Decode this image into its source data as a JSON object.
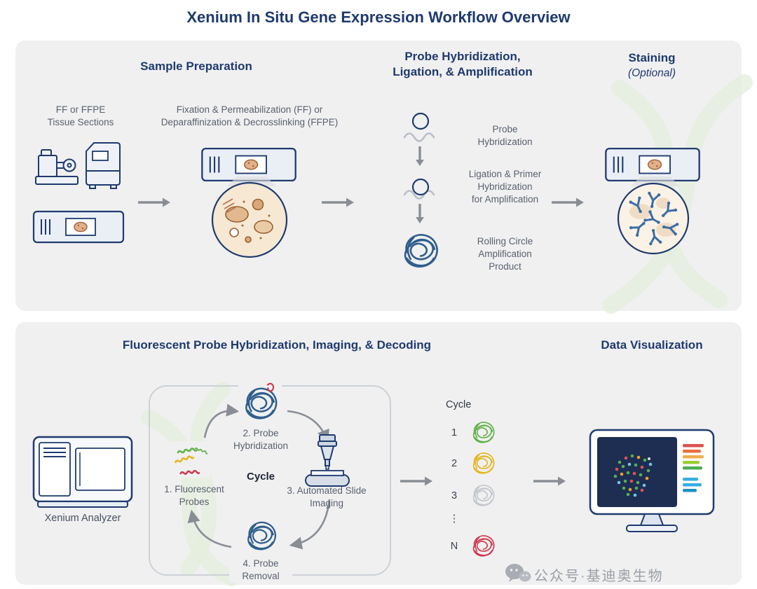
{
  "title": "Xenium In Situ Gene Expression Workflow Overview",
  "colors": {
    "navy": "#1f3a6e",
    "body": "#59616e",
    "arrow": "#898e95",
    "panel-bg": "#f0f0f1",
    "bracket": "#ccd1d7",
    "ball-blue": "#2f5e8c",
    "ball-green": "#62b14a",
    "ball-yellow": "#e4b622",
    "ball-gray": "#c3c7cd",
    "ball-red": "#cf3a4f",
    "tissue-brown": "#a5643c",
    "antibody-blue": "#3a6ea5",
    "screen-navy": "#1d2e52",
    "helix-green": "#e3efdd",
    "watermark-gray": "#9aa0a6"
  },
  "top_panel": {
    "header_sample_prep": "Sample Preparation",
    "header_probe": "Probe Hybridization,\nLigation, & Amplification",
    "header_staining": "Staining",
    "header_staining_note": "(Optional)",
    "label_tissue": "FF or FFPE\nTissue Sections",
    "label_fixation": "Fixation & Permeabilization (FF) or\nDeparaffinization & Decrosslinking (FFPE)",
    "label_probe_hyb": "Probe\nHybridization",
    "label_ligation": "Ligation & Primer\nHybridization\nfor Amplification",
    "label_rca": "Rolling Circle\nAmplification\nProduct"
  },
  "bottom_panel": {
    "header_fluorescent": "Fluorescent Probe Hybridization, Imaging, & Decoding",
    "header_datavis": "Data Visualization",
    "label_analyzer": "Xenium Analyzer",
    "cycle_center": "Cycle",
    "step1": "1. Fluorescent\nProbes",
    "step2": "2. Probe\nHybridization",
    "step3": "3. Automated Slide\nImaging",
    "step4": "4. Probe\nRemoval",
    "cycle_column_header": "Cycle",
    "cycle_rows": [
      {
        "label": "1",
        "ball": "green"
      },
      {
        "label": "2",
        "ball": "yellow"
      },
      {
        "label": "3",
        "ball": "gray"
      },
      {
        "label": "⋮",
        "ball": "none"
      },
      {
        "label": "N",
        "ball": "red"
      }
    ]
  },
  "watermark": {
    "text": "公众号·基迪奥生物"
  }
}
